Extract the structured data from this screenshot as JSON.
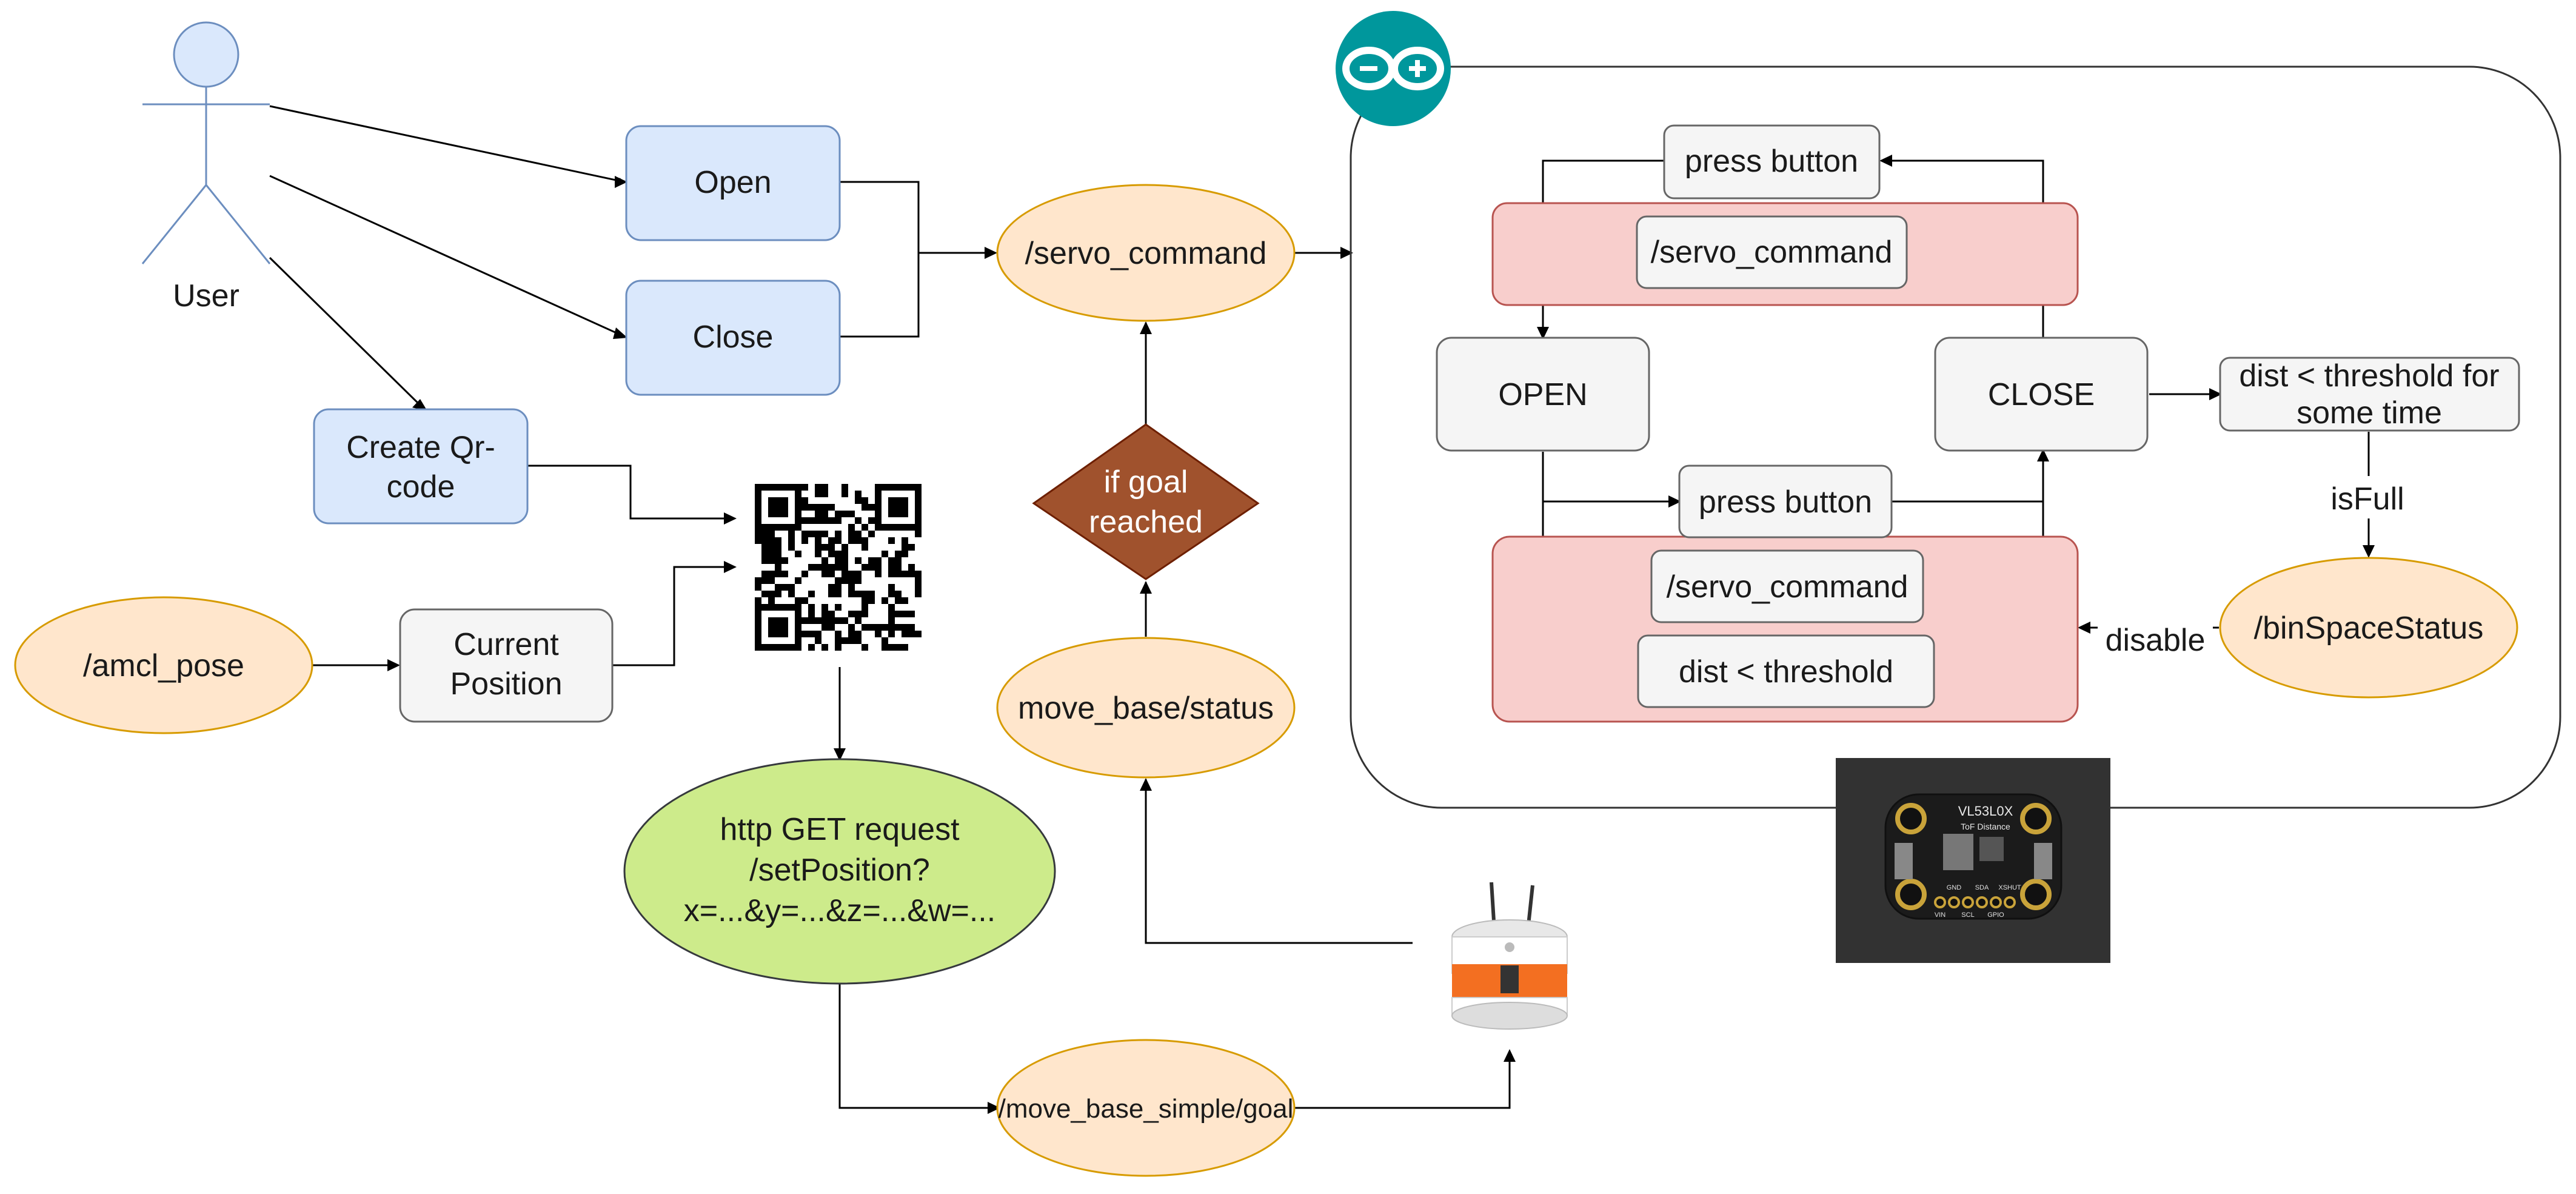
{
  "actor": {
    "label": "User"
  },
  "nodes": {
    "open_btn": "Open",
    "close_btn": "Close",
    "create_qr": [
      "Create Qr-",
      "code"
    ],
    "amcl_pose": "/amcl_pose",
    "current_position": [
      "Current",
      "Position"
    ],
    "servo_command": "/servo_command",
    "if_goal": [
      "if goal",
      "reached"
    ],
    "move_base_status": "move_base/status",
    "http_get": [
      "http GET request",
      "/setPosition?",
      "x=...&y=...&z=...&w=..."
    ],
    "move_base_goal": "/move_base_simple/goal"
  },
  "state_machine": {
    "press_button_top": "press button",
    "servo_command_top": "/servo_command",
    "open_state": "OPEN",
    "close_state": "CLOSE",
    "dist_time": [
      "dist < threshold for",
      "some time"
    ],
    "is_full": "isFull",
    "bin_space_status": "/binSpaceStatus",
    "press_button_bottom": "press button",
    "servo_command_bottom": "/servo_command",
    "dist_threshold": "dist < threshold",
    "disable": "disable"
  },
  "sensor_board": {
    "silk_title": [
      "VL53L0X",
      "ToF Distance"
    ],
    "pins": [
      "VIN",
      "GND",
      "SCL",
      "SDA",
      "GPIO",
      "XSHUT"
    ]
  },
  "colors": {
    "blue_fill": "#dae8fc",
    "blue_stroke": "#6c8ebf",
    "orange_fill": "#ffe6cc",
    "orange_stroke": "#d79b00",
    "gray_fill": "#f5f5f5",
    "gray_stroke": "#666666",
    "red_fill": "#f8cecc",
    "red_stroke": "#b85450",
    "green_fill": "#cdeb8b",
    "green_stroke": "#36393d",
    "diamond_fill": "#a0522d",
    "diamond_stroke": "#6d1f00",
    "arduino_teal": "#00979c"
  }
}
